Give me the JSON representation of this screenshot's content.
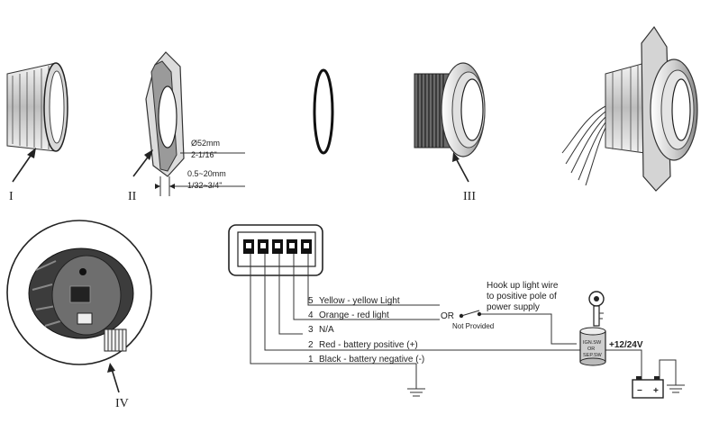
{
  "parts": {
    "roman_1": "I",
    "roman_2": "II",
    "roman_3": "III",
    "roman_4": "IV"
  },
  "dimensions": {
    "diameter_mm": "Ø52mm",
    "diameter_in": "2-1/16\"",
    "thickness_mm": "0.5~20mm",
    "thickness_in": "1/32~3/4\""
  },
  "wiring": {
    "wires": [
      {
        "num": "5",
        "label": "Yellow - yellow Light"
      },
      {
        "num": "4",
        "label": "Orange - red light"
      },
      {
        "num": "3",
        "label": "N/A"
      },
      {
        "num": "2",
        "label": "Red - battery positive (+)"
      },
      {
        "num": "1",
        "label": "Black - battery negative (-)"
      }
    ],
    "or_label": "OR",
    "not_provided": "Not Provided",
    "hookup_note": [
      "Hook up light wire",
      "to positive pole of",
      "power supply"
    ],
    "switch_labels": [
      "IGN.SW",
      "OR",
      "SEP.SW"
    ],
    "voltage": "+12/24V",
    "battery_minus": "−",
    "battery_plus": "+"
  },
  "colors": {
    "line": "#222222",
    "body_fill": "#e8e8e8",
    "dark_fill": "#555555"
  }
}
